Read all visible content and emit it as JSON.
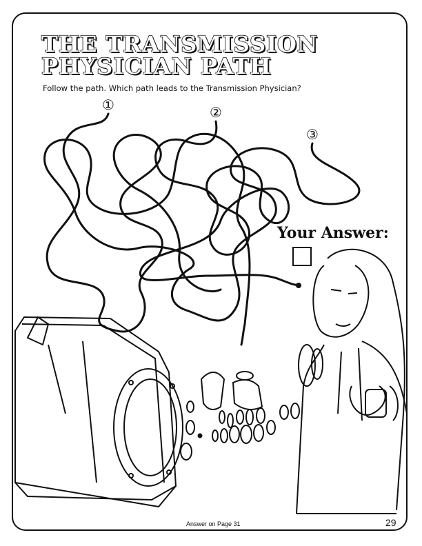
{
  "header": {
    "title_line1": "THE TRANSMISSION",
    "title_line2": "PHYSICIAN PATH",
    "instructions": "Follow the path. Which path leads to the Transmission Physician?"
  },
  "maze": {
    "start_labels": [
      "①",
      "②",
      "③"
    ]
  },
  "answer": {
    "label": "Your Answer:"
  },
  "footer": {
    "answer_note": "Answer on Page 31",
    "page_number": "29"
  }
}
